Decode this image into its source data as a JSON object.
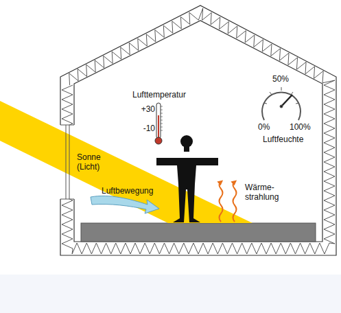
{
  "diagram": {
    "labels": [
      "Lufttemperatur",
      "+30",
      "-10",
      "50%",
      "0%",
      "100%",
      "Luftfeuchte",
      "Sonne (Licht)",
      "Luftbewegung",
      "Wärme- strahlung"
    ]
  }
}
